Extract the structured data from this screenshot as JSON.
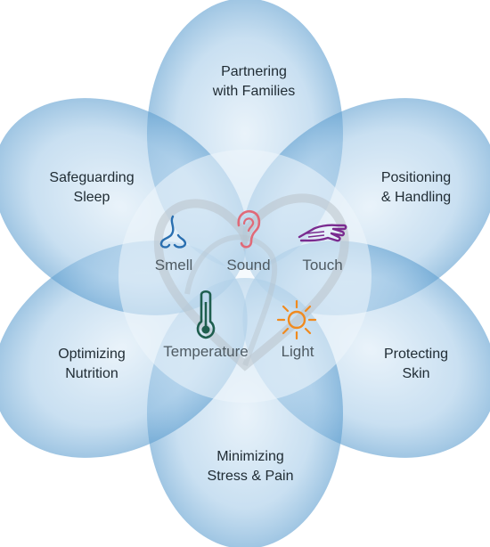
{
  "petals": [
    {
      "id": "partnering",
      "label_lines": [
        "Partnering",
        "with Families"
      ]
    },
    {
      "id": "positioning",
      "label_lines": [
        "Positioning",
        "& Handling"
      ]
    },
    {
      "id": "protecting",
      "label_lines": [
        "Protecting",
        "Skin"
      ]
    },
    {
      "id": "minimizing",
      "label_lines": [
        "Minimizing",
        "Stress & Pain"
      ]
    },
    {
      "id": "optimizing",
      "label_lines": [
        "Optimizing",
        "Nutrition"
      ]
    },
    {
      "id": "safeguarding",
      "label_lines": [
        "Safeguarding",
        "Sleep"
      ]
    }
  ],
  "senses": [
    {
      "id": "smell",
      "label": "Smell",
      "icon": "nose-icon",
      "color": "#2a6fb0"
    },
    {
      "id": "sound",
      "label": "Sound",
      "icon": "ear-icon",
      "color": "#e06a78"
    },
    {
      "id": "touch",
      "label": "Touch",
      "icon": "hand-icon",
      "color": "#7a2b8f"
    },
    {
      "id": "temperature",
      "label": "Temperature",
      "icon": "thermometer-icon",
      "color": "#1f5e4f"
    },
    {
      "id": "light",
      "label": "Light",
      "icon": "sun-icon",
      "color": "#f08a1e"
    }
  ],
  "colors": {
    "petal_fill": "#a9cde8",
    "petal_edge": "#5e9ccc",
    "center_fill": "#e4f0f8",
    "heart": "#b9c3cb"
  }
}
